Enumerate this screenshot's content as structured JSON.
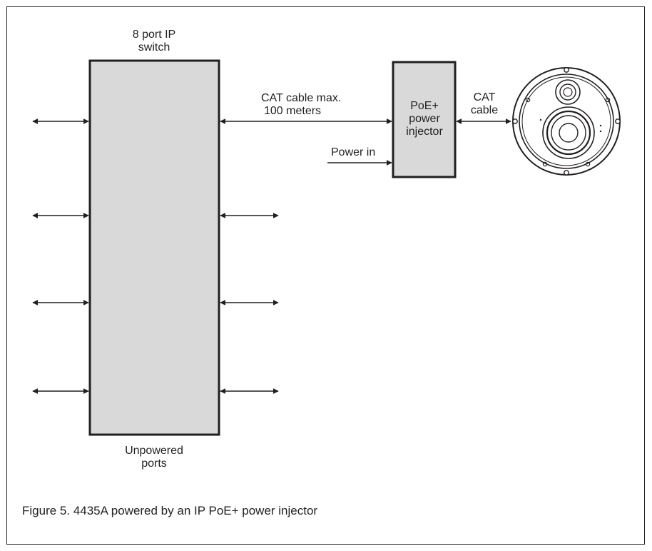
{
  "switch": {
    "title_line1": "8 port IP",
    "title_line2": "switch",
    "footer_line1": "Unpowered",
    "footer_line2": "ports"
  },
  "link": {
    "label_line1": "CAT cable max.",
    "label_line2": "100 meters"
  },
  "power": {
    "label": "Power in"
  },
  "injector": {
    "line1": "PoE+",
    "line2": "power",
    "line3": "injector"
  },
  "camera_link": {
    "line1": "CAT",
    "line2": "cable"
  },
  "caption": "Figure 5. 4435A powered by an IP PoE+ power injector",
  "colors": {
    "stroke": "#231f20",
    "box_fill": "#d9d9d9",
    "background": "#ffffff"
  }
}
